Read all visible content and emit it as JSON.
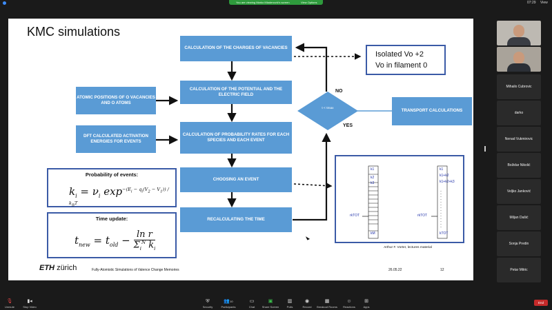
{
  "zoom": {
    "share_banner": "You are viewing Marko Mladenović's screen",
    "view_options": "View Options",
    "clock": "07:29",
    "view_button": "View",
    "participants": [
      {
        "name": "Mihailo Cubrovic"
      },
      {
        "name": "darko"
      },
      {
        "name": "Nenad Vukmirovic"
      },
      {
        "name": "Božidar Nikolić"
      },
      {
        "name": "Veljko Janković"
      },
      {
        "name": "Miljan Dašić"
      },
      {
        "name": "Sonja Predin"
      },
      {
        "name": "Petar Mitric"
      }
    ],
    "toolbar": {
      "unmute": "Unmute",
      "stop_video": "Stop Video",
      "security": "Security",
      "participants": "Participants",
      "participants_count": "10",
      "chat": "Chat",
      "share_screen": "Share Screen",
      "polls": "Polls",
      "record": "Record",
      "breakout_rooms": "Breakout Rooms",
      "reactions": "Reactions",
      "apps": "Apps",
      "end": "End"
    }
  },
  "slide": {
    "title": "KMC simulations",
    "boxes": {
      "charges": "CALCULATION OF THE CHARGES OF VACANCIES",
      "potential": "CALCULATION OF THE POTENTIAL AND THE ELECTRIC FIELD",
      "rates": "CALCULATION OF PROBABILITY RATES FOR EACH SPECIES AND EACH EVENT",
      "choosing": "CHOOSING AN EVENT",
      "recalc": "RECALCULATING THE TIME",
      "atomic": "ATOMIC POSITIONS OF O VACANCIES AND O ATOMS",
      "dft": "DFT CALCULATED ACTIVATION ENERGIES FOR EVENTS",
      "transport": "TRANSPORT CALCULATIONS"
    },
    "decision": "t < tmax",
    "no_label": "NO",
    "yes_label": "YES",
    "isolated_line1": "Isolated Vo   +2",
    "isolated_line2": "Vo in filament 0",
    "prob_title": "Probability of  events:",
    "time_title": "Time update:",
    "kmc_labels": {
      "k1": "k1",
      "k2": "k2",
      "k3": "k3",
      "kM": "kM",
      "rktot": "rkTOT",
      "c1": "k1",
      "c2": "k1+k2",
      "c3": "k1+k2+k3",
      "ctot": "kTOT"
    },
    "credit": "Arthur F. Vorter, lectures material",
    "logo_eth": "ETH",
    "logo_zurich": "zürich",
    "footer": "Fully-Atomistic Simulations of Valence Change Memories",
    "date": "26.05.22",
    "page": "12"
  }
}
